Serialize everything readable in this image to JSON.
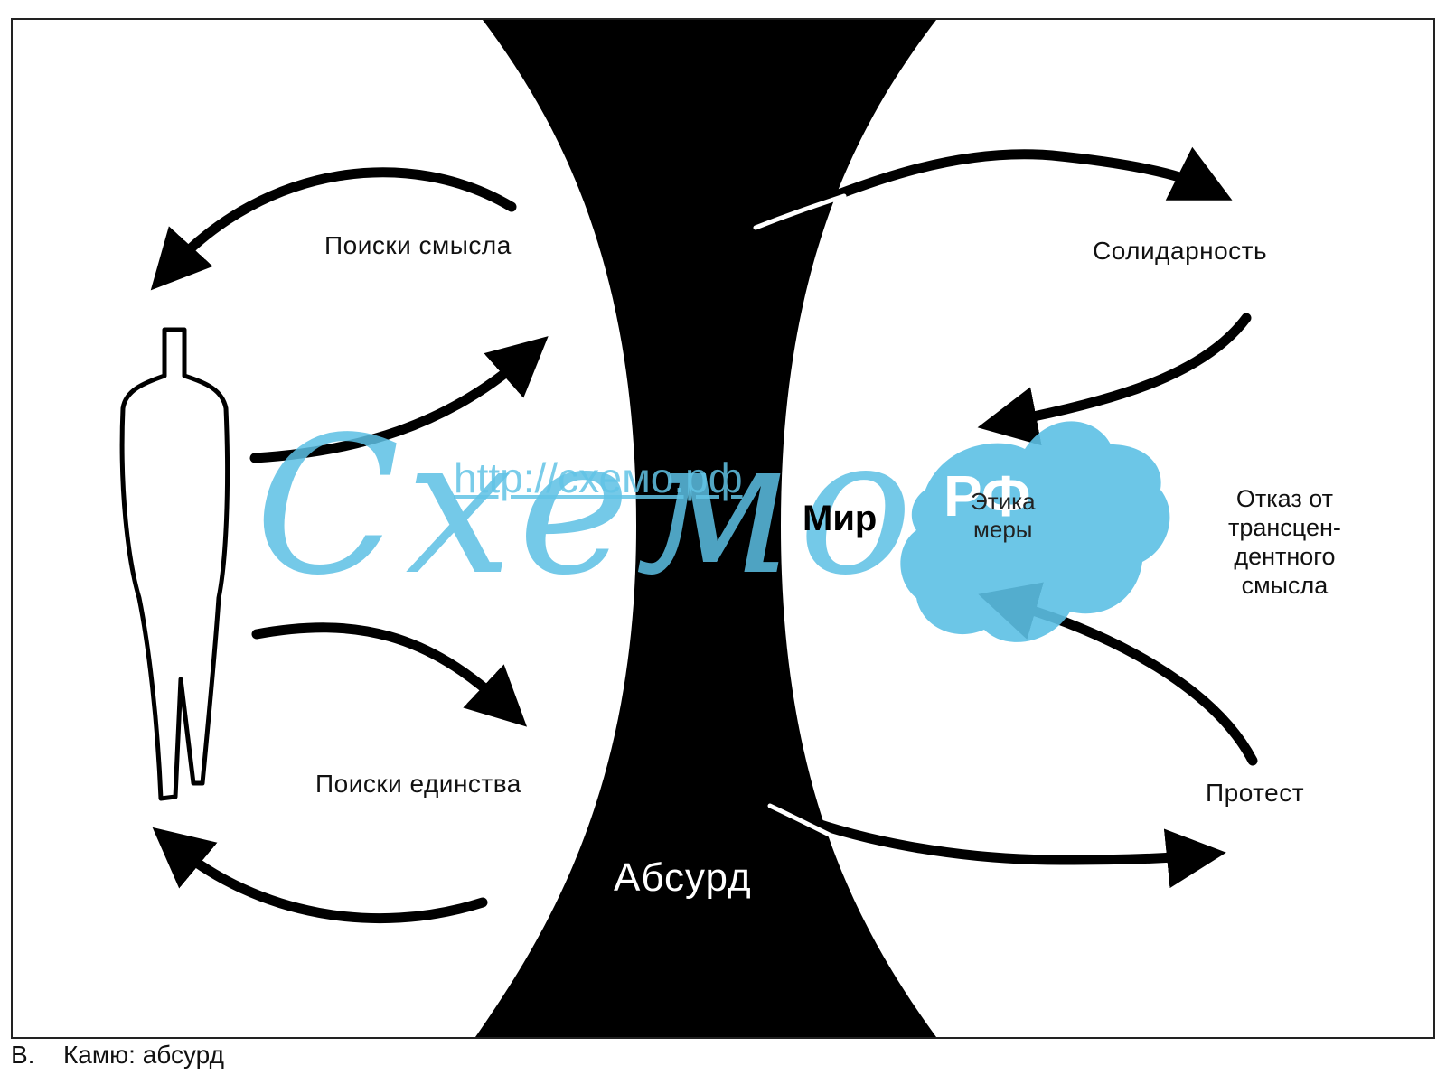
{
  "diagram": {
    "left_labels": {
      "meaning_search": "Поиски смысла",
      "unity_search": "Поиски единства"
    },
    "center": {
      "absurd": "Абсурд",
      "world": "Мир",
      "ethics": "Этика\nмеры"
    },
    "right_labels": {
      "solidarity": "Солидарность",
      "refusal": "Отказ от\nтрансцен-\nдентного\nсмысла",
      "protest": "Протест"
    }
  },
  "watermark": {
    "url": "http://схемо.рф",
    "word": "Cхемо",
    "badge": "РФ"
  },
  "caption": {
    "letter": "В.",
    "text": "Камю: абсурд"
  },
  "colors": {
    "ink": "#000000",
    "paper": "#ffffff",
    "watermark": "#5cc0e4"
  }
}
